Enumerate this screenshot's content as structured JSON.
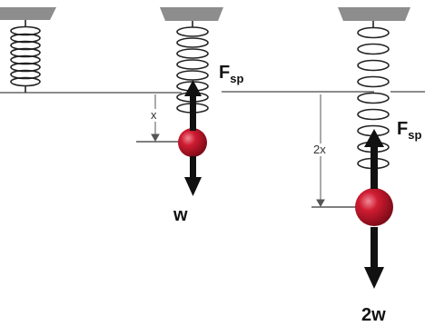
{
  "labels": {
    "force_main": "F",
    "force_sub": "sp",
    "weight_1": "w",
    "weight_2": "2w",
    "disp_1": "x",
    "disp_2": "2x"
  },
  "colors": {
    "ceiling": "#8a8a8a",
    "spring": "#222222",
    "arrow": "#111111",
    "ball": "#c0142a",
    "ball_highlight": "#e86a78",
    "line": "#555555"
  }
}
